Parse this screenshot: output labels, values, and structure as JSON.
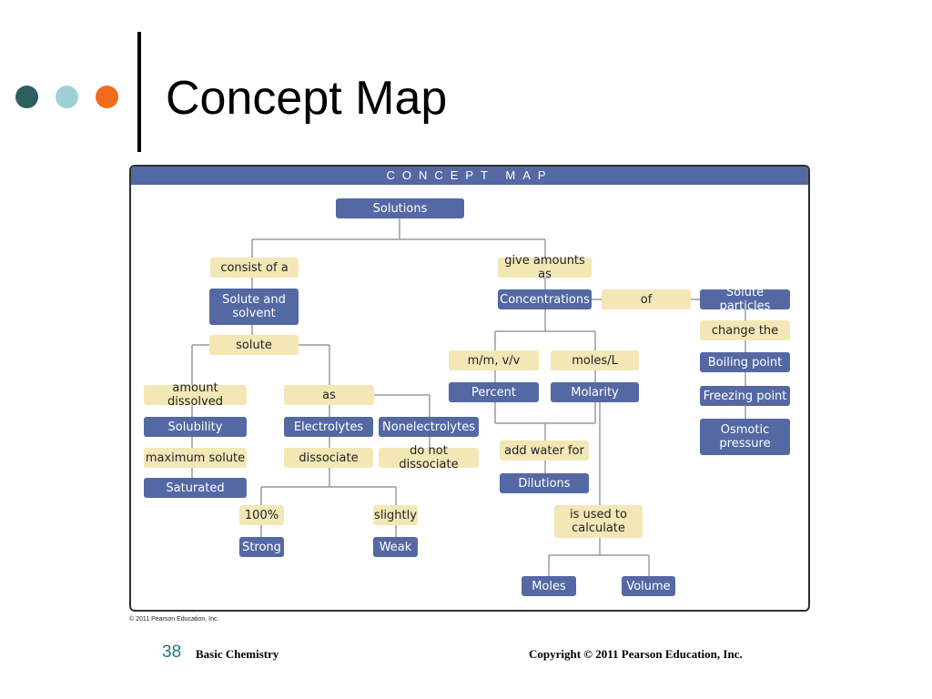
{
  "slide": {
    "title": "Concept Map",
    "page_number": "38",
    "footer_left": "Basic Chemistry",
    "footer_right": "Copyright © 2011 Pearson Education, Inc.",
    "map_copyright": "© 2011 Pearson Education, Inc.",
    "dot_colors": [
      "#2e5f5e",
      "#9fd0d4",
      "#f26a1b"
    ]
  },
  "concept_map": {
    "header": "CONCEPT MAP",
    "colors": {
      "concept": "#5468a3",
      "link": "#f3e7b6",
      "line": "#9a9a9a"
    },
    "nodes": {
      "solutions": "Solutions",
      "consist_of_a": "consist of a",
      "give_amounts_as": "give amounts as",
      "solute_and_solvent": "Solute and solvent",
      "concentrations": "Concentrations",
      "of": "of",
      "solute_particles": "Solute particles",
      "solute": "solute",
      "m_m_v_v": "m/m, v/v",
      "moles_l": "moles/L",
      "change_the": "change the",
      "boiling_point": "Boiling point",
      "amount_dissolved": "amount dissolved",
      "as": "as",
      "percent": "Percent",
      "molarity": "Molarity",
      "freezing_point": "Freezing point",
      "solubility": "Solubility",
      "electrolytes": "Electrolytes",
      "nonelectrolytes": "Nonelectrolytes",
      "osmotic_pressure": "Osmotic pressure",
      "add_water_for": "add water for",
      "maximum_solute": "maximum solute",
      "dissociate": "dissociate",
      "do_not_dissociate": "do not dissociate",
      "saturated": "Saturated",
      "dilutions": "Dilutions",
      "pct_100": "100%",
      "slightly": "slightly",
      "is_used_to_calculate": "is used to calculate",
      "strong": "Strong",
      "weak": "Weak",
      "moles": "Moles",
      "volume": "Volume"
    }
  }
}
